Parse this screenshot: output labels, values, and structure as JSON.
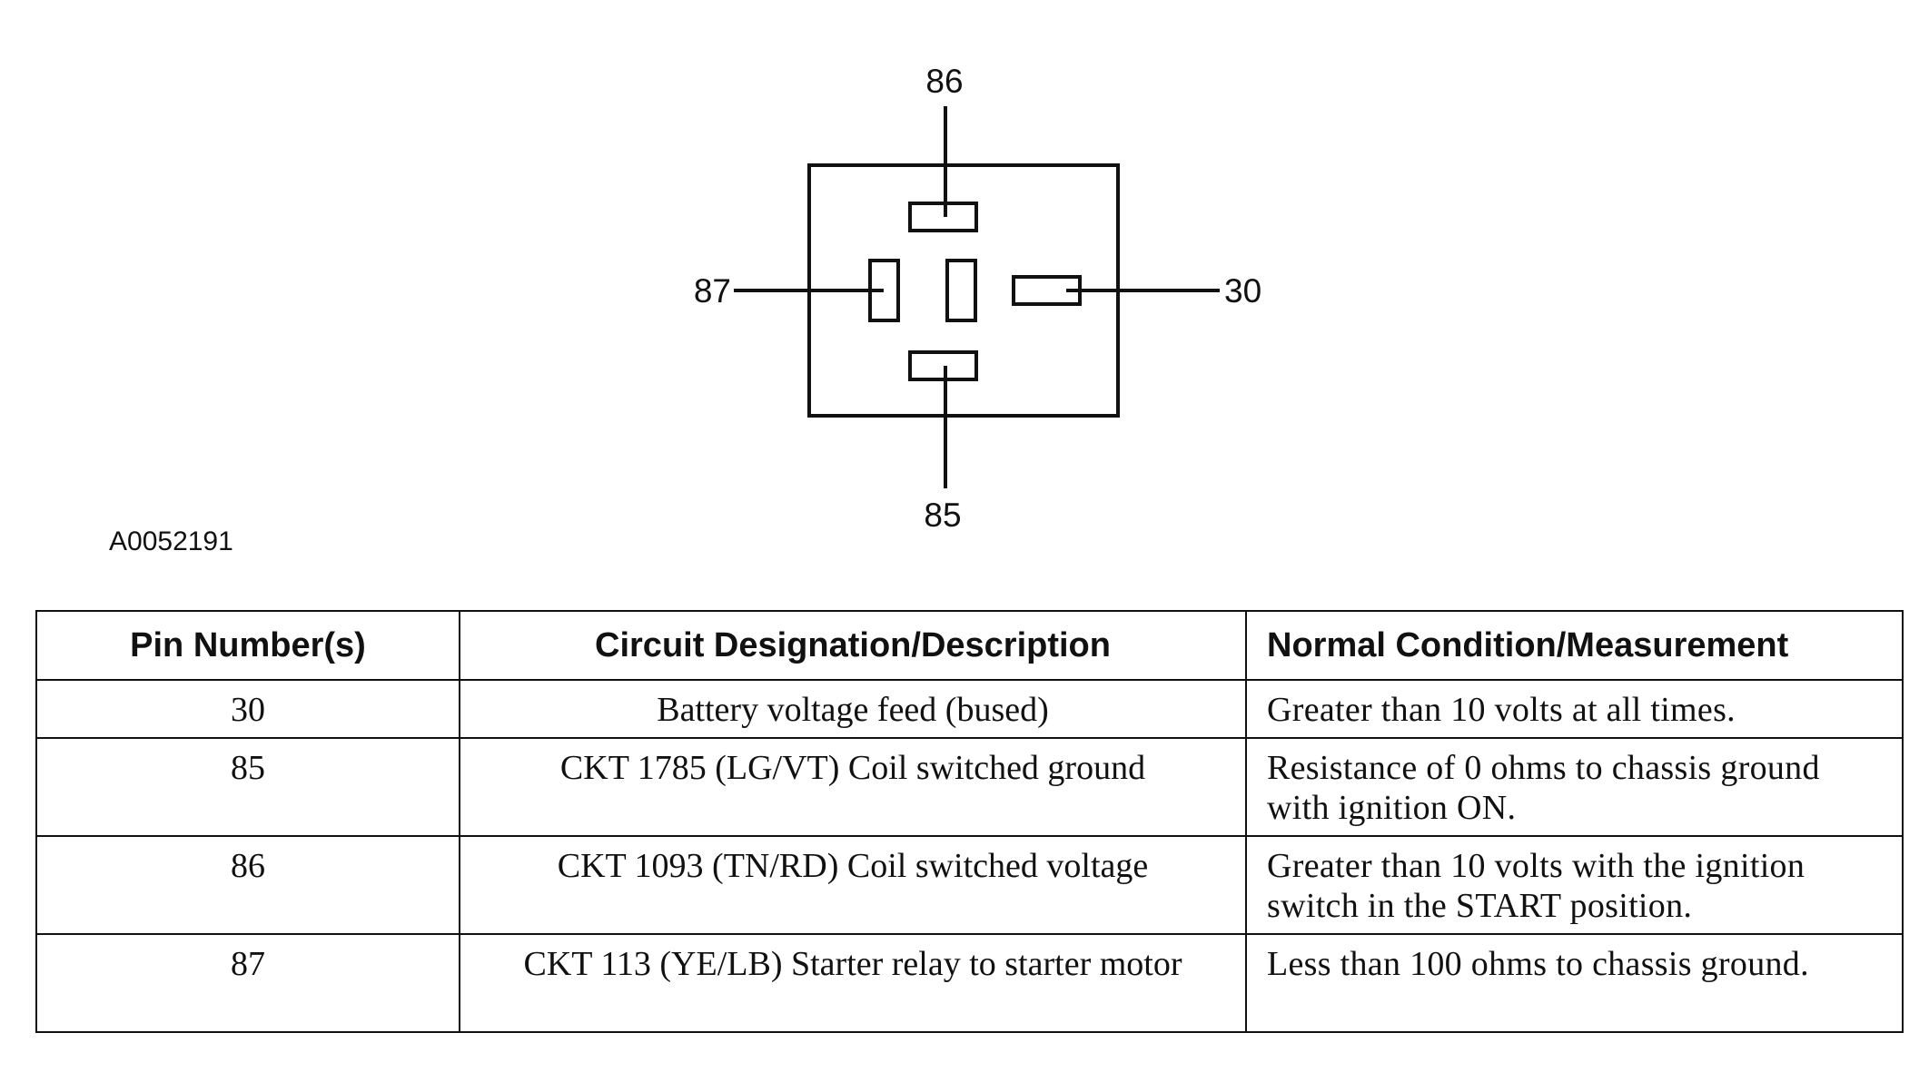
{
  "diagram": {
    "pins": {
      "top": "86",
      "left": "87",
      "right": "30",
      "bottom": "85"
    },
    "figure_id": "A0052191"
  },
  "table": {
    "headers": [
      "Pin Number(s)",
      "Circuit Designation/Description",
      "Normal Condition/Measurement"
    ],
    "rows": [
      {
        "pin": "30",
        "description": "Battery voltage feed (bused)",
        "measurement": "Greater than 10 volts at all times."
      },
      {
        "pin": "85",
        "description": "CKT 1785 (LG/VT) Coil switched ground",
        "measurement": "Resistance of 0 ohms to chassis ground with ignition ON."
      },
      {
        "pin": "86",
        "description": "CKT 1093 (TN/RD) Coil switched voltage",
        "measurement": "Greater than 10 volts with the ignition switch in the START position."
      },
      {
        "pin": "87",
        "description": "CKT 113 (YE/LB) Starter relay to starter motor",
        "measurement": "Less than 100 ohms to chassis ground."
      }
    ]
  }
}
